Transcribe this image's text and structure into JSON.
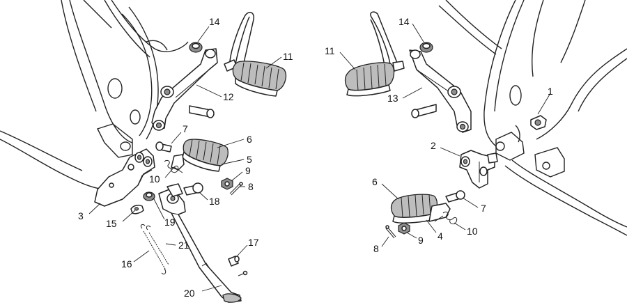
{
  "callouts": [
    {
      "id": "c14l",
      "text": "14"
    },
    {
      "id": "c11l",
      "text": "11"
    },
    {
      "id": "c12",
      "text": "12"
    },
    {
      "id": "c7l",
      "text": "7"
    },
    {
      "id": "c6l",
      "text": "6"
    },
    {
      "id": "c5",
      "text": "5"
    },
    {
      "id": "c9l",
      "text": "9"
    },
    {
      "id": "c10l",
      "text": "10"
    },
    {
      "id": "c8l",
      "text": "8"
    },
    {
      "id": "c3",
      "text": "3"
    },
    {
      "id": "c18",
      "text": "18"
    },
    {
      "id": "c15",
      "text": "15"
    },
    {
      "id": "c19",
      "text": "19"
    },
    {
      "id": "c21",
      "text": "21"
    },
    {
      "id": "c16",
      "text": "16"
    },
    {
      "id": "c17",
      "text": "17"
    },
    {
      "id": "c20",
      "text": "20"
    },
    {
      "id": "c14r",
      "text": "14"
    },
    {
      "id": "c11r",
      "text": "11"
    },
    {
      "id": "c13",
      "text": "13"
    },
    {
      "id": "c1",
      "text": "1"
    },
    {
      "id": "c2",
      "text": "2"
    },
    {
      "id": "c6r",
      "text": "6"
    },
    {
      "id": "c7r",
      "text": "7"
    },
    {
      "id": "c4",
      "text": "4"
    },
    {
      "id": "c10r",
      "text": "10"
    },
    {
      "id": "c9r",
      "text": "9"
    },
    {
      "id": "c8r",
      "text": "8"
    }
  ]
}
